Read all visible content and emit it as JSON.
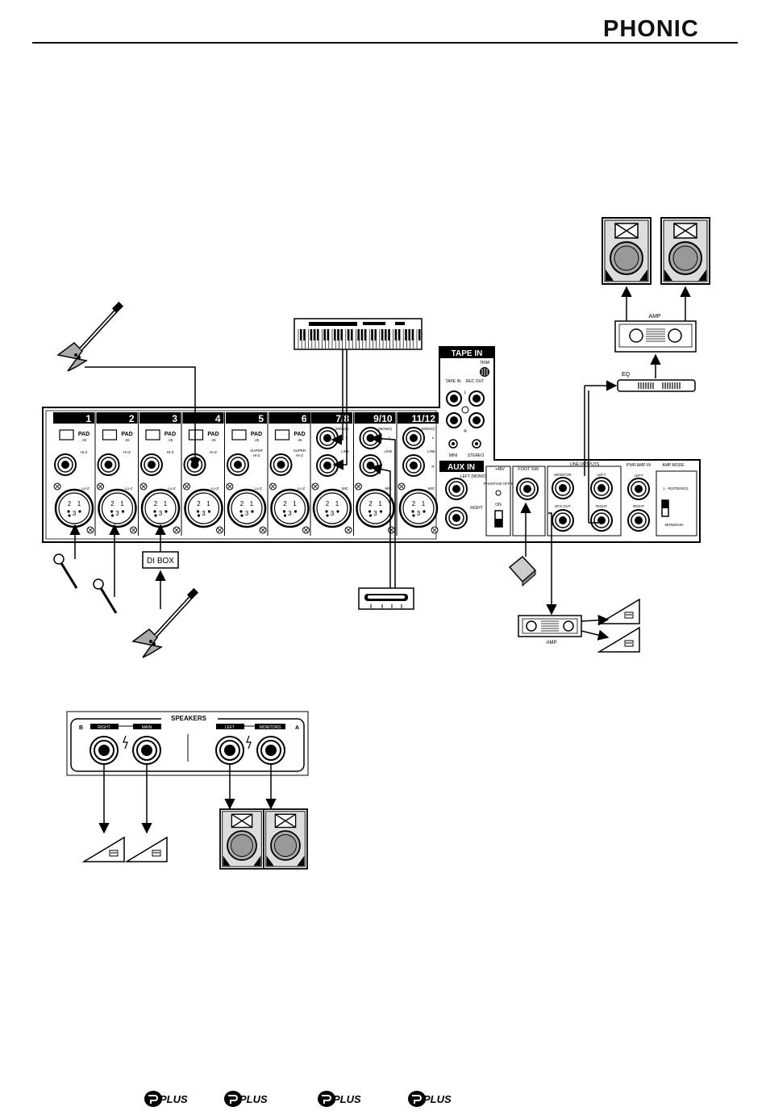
{
  "header": {
    "brand": "PHONIC"
  },
  "mixer": {
    "channels": [
      {
        "num": "1",
        "pad": "PAD",
        "pad_db": "-25",
        "line": "HI-Z",
        "mic": "Lo-Z"
      },
      {
        "num": "2",
        "pad": "PAD",
        "pad_db": "-25",
        "line": "HI-Z",
        "mic": "Lo-Z"
      },
      {
        "num": "3",
        "pad": "PAD",
        "pad_db": "-25",
        "line": "HI-Z",
        "mic": "Lo-Z"
      },
      {
        "num": "4",
        "pad": "PAD",
        "pad_db": "-25",
        "line": "HI-Z",
        "mic": "Lo-Z"
      },
      {
        "num": "5",
        "pad": "PAD",
        "pad_db": "-25",
        "line": "SUPER HI-Z",
        "mic": "Lo-Z"
      },
      {
        "num": "6",
        "pad": "PAD",
        "pad_db": "-25",
        "line": "SUPER HI-Z",
        "mic": "Lo-Z"
      }
    ],
    "stereo_channels": [
      {
        "num": "7/8",
        "top": "(MONO)",
        "l": "L",
        "line": "LINE",
        "mic": "MIC"
      },
      {
        "num": "9/10",
        "top": "(MONO)",
        "l": "L",
        "line": "LINE",
        "mic": "MIC"
      },
      {
        "num": "11/12",
        "top": "(MONO)",
        "l": "L",
        "line": "LINE",
        "r": "R",
        "mic": "MIC"
      }
    ],
    "tape_in": {
      "title": "TAPE IN",
      "trim": "TRIM",
      "tape_in": "TAPE IN",
      "rec_out": "REC OUT",
      "l": "L",
      "r": "R",
      "mini": "MINI",
      "stereo": "STEREO"
    },
    "aux_in": {
      "title": "AUX IN",
      "left": "LEFT (MONO)",
      "right": "RIGHT"
    },
    "phantom": {
      "title": "+48V",
      "label": "PHANTOM OFF/5",
      "on": "ON"
    },
    "foot_sw": {
      "title": "FOOT SW"
    },
    "line_outputs": {
      "title": "LINE OUTPUTS",
      "monitor": "MONITOR",
      "left": "LEFT",
      "efx_out": "EFX OUT",
      "right": "RIGHT"
    },
    "pwr_amp_in": {
      "title": "PWR AMP IN",
      "left": "LEFT",
      "right": "RIGHT"
    },
    "amp_mode": {
      "title": "AMP MODE",
      "stereo": "L - R(STEREO)",
      "mon_main": "MON/MAIN"
    }
  },
  "devices": {
    "di_box": "DI BOX",
    "amp": "AMP",
    "eq": "EQ"
  },
  "speakers_panel": {
    "title": "SPEAKERS",
    "b": "B",
    "a": "A",
    "right": "RIGHT",
    "main": "MAIN",
    "left": "LEFT",
    "monitors": "MONITORS"
  },
  "footer": {
    "badges": [
      "PLUS",
      "PLUS",
      "PLUS",
      "PLUS"
    ]
  }
}
